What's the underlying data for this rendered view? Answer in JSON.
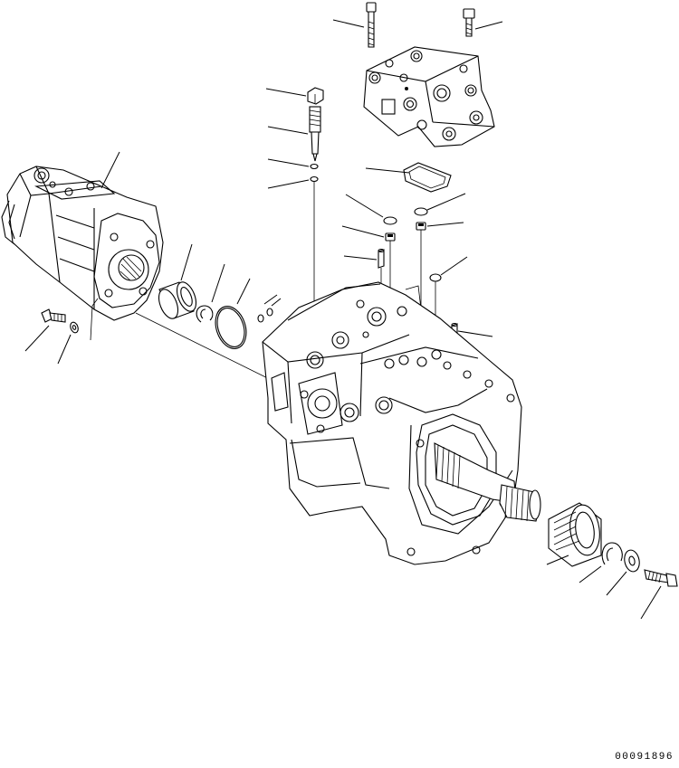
{
  "drawing": {
    "number": "00091896",
    "parts": [
      {
        "id": "valve-bolt-left"
      },
      {
        "id": "valve-bolt-right"
      },
      {
        "id": "control-valve-block"
      },
      {
        "id": "valve-gasket"
      },
      {
        "id": "plug-nut"
      },
      {
        "id": "adjust-screw"
      },
      {
        "id": "small-o-ring"
      },
      {
        "id": "o-ring-long-lead"
      },
      {
        "id": "gear-pump"
      },
      {
        "id": "coupling-sleeve"
      },
      {
        "id": "snap-ring-left"
      },
      {
        "id": "large-o-ring-left"
      },
      {
        "id": "small-o-rings-pair"
      },
      {
        "id": "pump-bolt"
      },
      {
        "id": "pump-washer"
      },
      {
        "id": "o-ring-top-left"
      },
      {
        "id": "o-ring-top-right"
      },
      {
        "id": "orifice-left"
      },
      {
        "id": "orifice-right"
      },
      {
        "id": "pin-left"
      },
      {
        "id": "o-ring-right-small"
      },
      {
        "id": "pin-right"
      },
      {
        "id": "main-pump-case"
      },
      {
        "id": "drive-shaft"
      },
      {
        "id": "bearing"
      },
      {
        "id": "snap-ring-right"
      },
      {
        "id": "thrust-washer"
      },
      {
        "id": "shaft-bolt"
      }
    ]
  }
}
